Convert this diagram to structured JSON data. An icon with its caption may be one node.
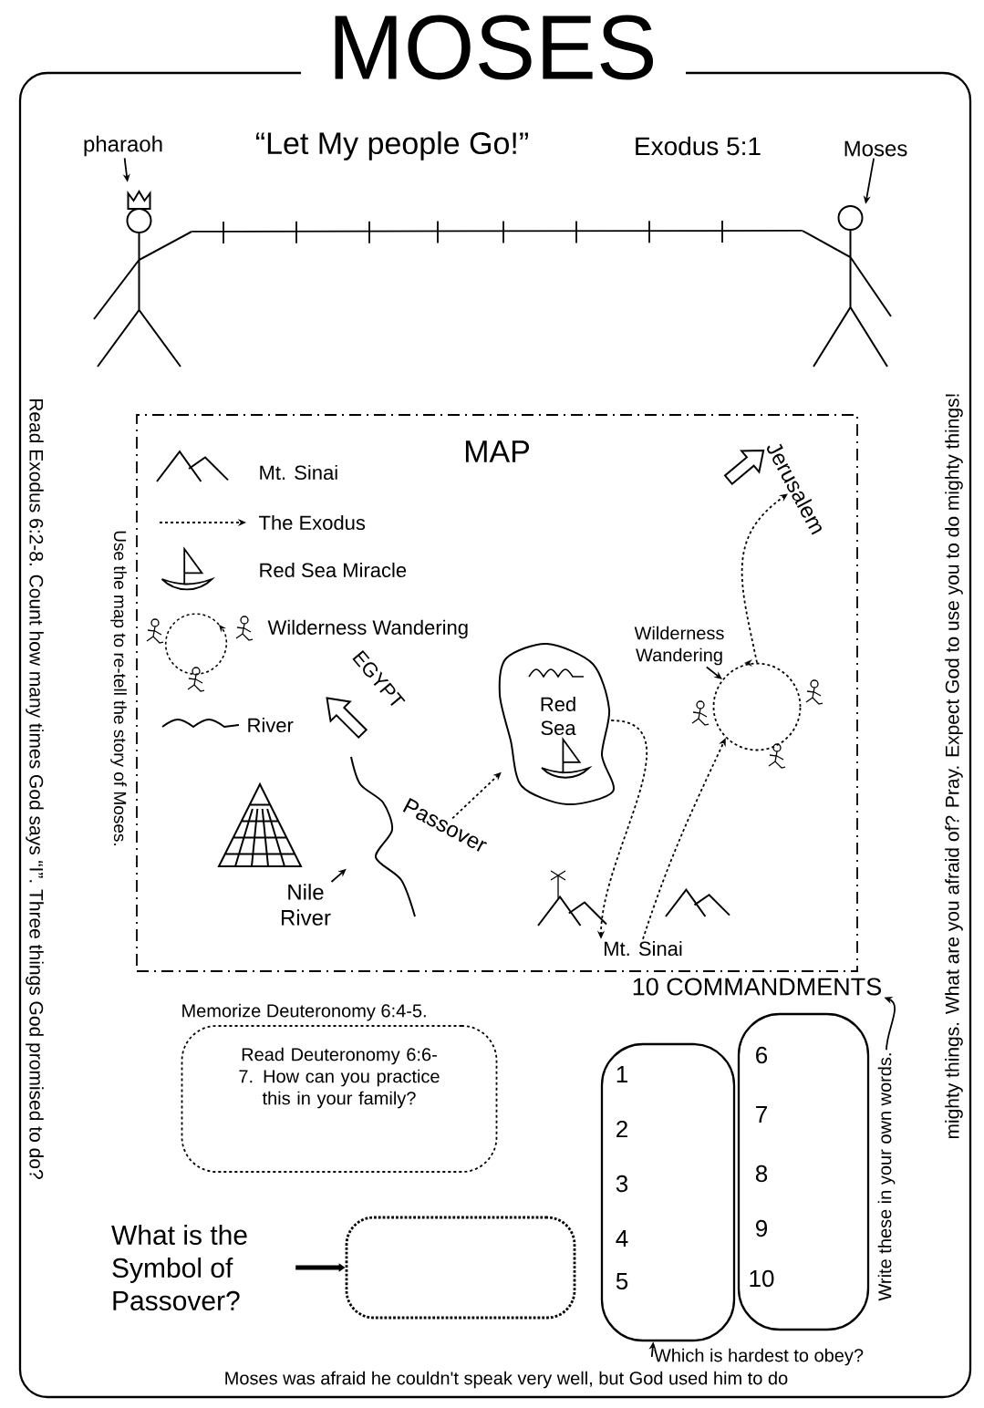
{
  "diagram": {
    "title": "MOSES",
    "nodes": [
      {
        "text": [
          "pharaoh"
        ]
      },
      {
        "text": [],
        "shape": "person"
      },
      {
        "text": [
          "Moses"
        ]
      },
      {
        "text": [],
        "shape": "person"
      },
      {
        "text": [
          "MAP"
        ]
      },
      {
        "text": [
          "Nile River"
        ],
        "in": 4
      },
      {
        "text": [],
        "shape": "river",
        "in": 4
      },
      {
        "text": [
          "Passover"
        ],
        "in": 4
      },
      {
        "text": [
          "Red Sea"
        ],
        "in": 4
      },
      {
        "text": [
          "Mt. Sinai"
        ],
        "in": 4
      },
      {
        "text": [],
        "shape": "circle",
        "in": 4
      },
      {
        "text": [
          "Jerusalem"
        ],
        "in": 4
      },
      {
        "text": [
          "Wilderness Wandering"
        ],
        "in": 4
      },
      {
        "text": [
          "Memorize Deuteronomy 6:4-5.",
          "Read Deuteronomy 6:6-7. How can you practice this in your family?"
        ]
      },
      {
        "text": [
          "What is the Symbol of Passover?"
        ]
      },
      {
        "text": [],
        "shape": "box"
      },
      {
        "text": [
          "10 COMMANDMENTS"
        ]
      },
      {
        "text": [
          "1",
          "2",
          "3",
          "4",
          "5"
        ]
      },
      {
        "text": [
          "6",
          "7",
          "8",
          "9",
          "10"
        ]
      },
      {
        "text": [
          "Write these in your own words."
        ]
      },
      {
        "text": [
          "Which is hardest to obey?"
        ]
      }
    ],
    "edges": [
      {
        "from": 0,
        "to": 1,
        "arrow": "to"
      },
      {
        "from": 2,
        "to": 3,
        "arrow": "to"
      },
      {
        "from": 1,
        "to": 3,
        "arrow": "none"
      },
      {
        "from": 5,
        "to": 6,
        "arrow": "to"
      },
      {
        "from": 7,
        "to": 8,
        "arrow": "to",
        "style": "dashed"
      },
      {
        "from": 8,
        "to": 9,
        "arrow": "to",
        "style": "dashed"
      },
      {
        "from": 9,
        "to": 10,
        "arrow": "to",
        "style": "dashed"
      },
      {
        "from": 10,
        "to": 11,
        "arrow": "to",
        "style": "dashed"
      },
      {
        "from": 12,
        "to": 10,
        "arrow": "to"
      },
      {
        "from": 14,
        "to": 15,
        "arrow": "to",
        "style": "thick"
      },
      {
        "from": 19,
        "to": 16,
        "arrow": "to"
      },
      {
        "from": 20,
        "to": 17,
        "arrow": "to"
      }
    ],
    "labels": [
      "“Let My people Go!”",
      "Exodus 5:1",
      "Read Exodus 6:2-8. Count how many times God says “I”. Three things God promised to do?",
      "Use the map to re-tell the story of Moses.",
      "EGYPT",
      "Moses was afraid he couldn't speak very well, but God used him to do",
      "mighty things. What are you afraid of? Pray. Expect God to use you to do mighty things!"
    ],
    "legend": [
      {
        "text": "Mt. Sinai"
      },
      {
        "text": "The Exodus"
      },
      {
        "text": "Red Sea Miracle"
      },
      {
        "text": "Wilderness Wandering"
      },
      {
        "text": "River"
      }
    ]
  }
}
